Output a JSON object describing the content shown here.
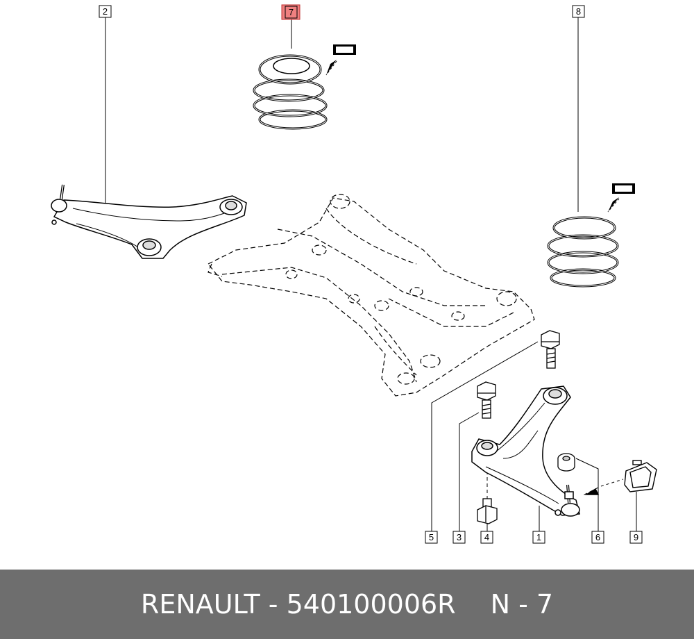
{
  "callouts": [
    {
      "id": "2",
      "label": "2"
    },
    {
      "id": "7",
      "label": "7",
      "highlight": true
    },
    {
      "id": "8",
      "label": "8"
    },
    {
      "id": "5",
      "label": "5"
    },
    {
      "id": "3",
      "label": "3"
    },
    {
      "id": "4",
      "label": "4"
    },
    {
      "id": "1",
      "label": "1"
    },
    {
      "id": "6",
      "label": "6"
    },
    {
      "id": "9",
      "label": "9"
    }
  ],
  "colors": {
    "highlight_fill": "#f08080",
    "highlight_stroke": "#c03030",
    "footer_bg": "#6e6e6e",
    "footer_text": "#ffffff"
  },
  "footer": {
    "part_info": "RENAULT - 540100006R",
    "position_info": "N - 7"
  }
}
